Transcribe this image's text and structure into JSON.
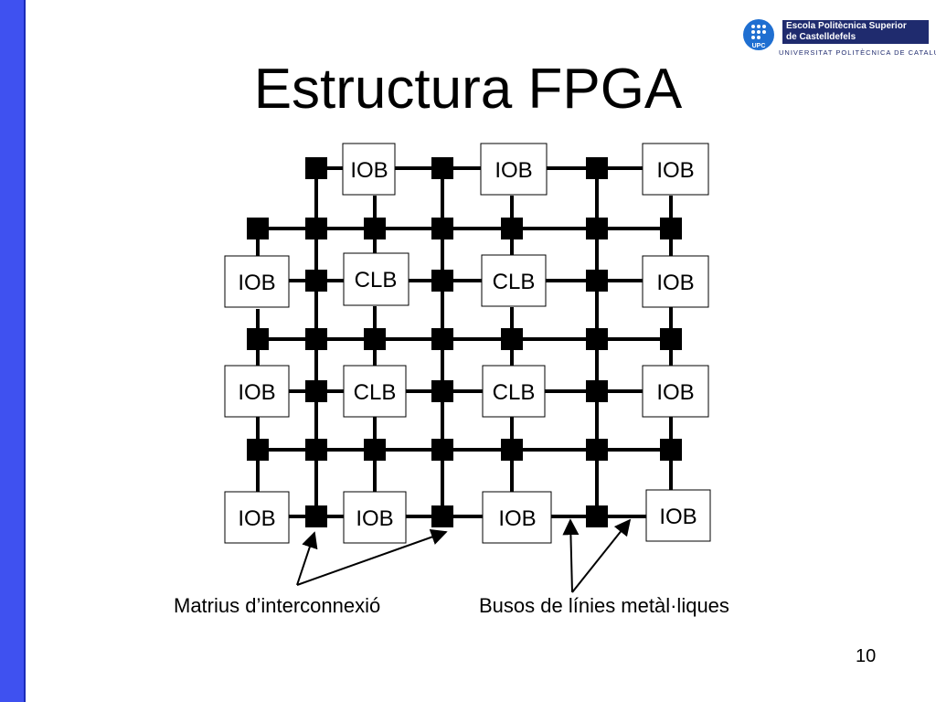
{
  "slide": {
    "title": "Estructura FPGA",
    "page_number": "10"
  },
  "logo": {
    "mark_text": "UPC",
    "name_line1": "Escola Politècnica Superior",
    "name_line2": "de Castelldefels",
    "subtitle": "UNIVERSITAT POLITÈCNICA DE CATALUNYA"
  },
  "diagram": {
    "blocks": [
      {
        "id": "iob-top-1",
        "label": "IOB"
      },
      {
        "id": "iob-top-2",
        "label": "IOB"
      },
      {
        "id": "iob-top-3",
        "label": "IOB"
      },
      {
        "id": "iob-left-1",
        "label": "IOB"
      },
      {
        "id": "clb-1",
        "label": "CLB"
      },
      {
        "id": "clb-2",
        "label": "CLB"
      },
      {
        "id": "iob-right-1",
        "label": "IOB"
      },
      {
        "id": "iob-left-2",
        "label": "IOB"
      },
      {
        "id": "clb-3",
        "label": "CLB"
      },
      {
        "id": "clb-4",
        "label": "CLB"
      },
      {
        "id": "iob-right-2",
        "label": "IOB"
      },
      {
        "id": "iob-bottom-1",
        "label": "IOB"
      },
      {
        "id": "iob-bottom-2",
        "label": "IOB"
      },
      {
        "id": "iob-bottom-3",
        "label": "IOB"
      },
      {
        "id": "iob-bottom-4",
        "label": "IOB"
      }
    ],
    "annotations": {
      "interconnect": "Matrius d’interconnexió",
      "buses": "Busos de línies metàl·liques"
    }
  }
}
